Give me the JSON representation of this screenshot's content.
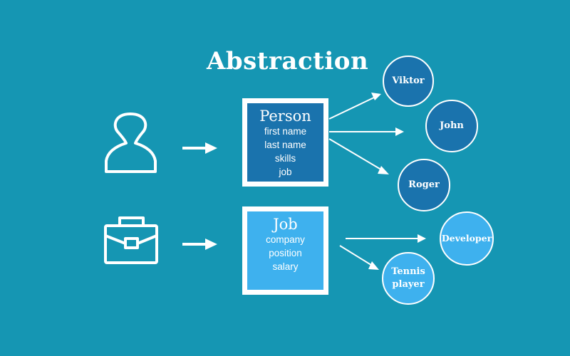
{
  "diagram": {
    "title": "Abstraction",
    "colors": {
      "background": "#1596b3",
      "dark_blue": "#1a73ad",
      "light_blue": "#3eb1ee",
      "white": "#ffffff"
    },
    "icons": {
      "person": "user-icon",
      "job": "briefcase-icon"
    },
    "person_box": {
      "title": "Person",
      "fields": [
        "first name",
        "last name",
        "skills",
        "job"
      ]
    },
    "job_box": {
      "title": "Job",
      "fields": [
        "company",
        "position",
        "salary"
      ]
    },
    "person_instances": [
      "Viktor",
      "John",
      "Roger"
    ],
    "job_instances": [
      "Developer",
      "Tennis\nplayer"
    ]
  }
}
